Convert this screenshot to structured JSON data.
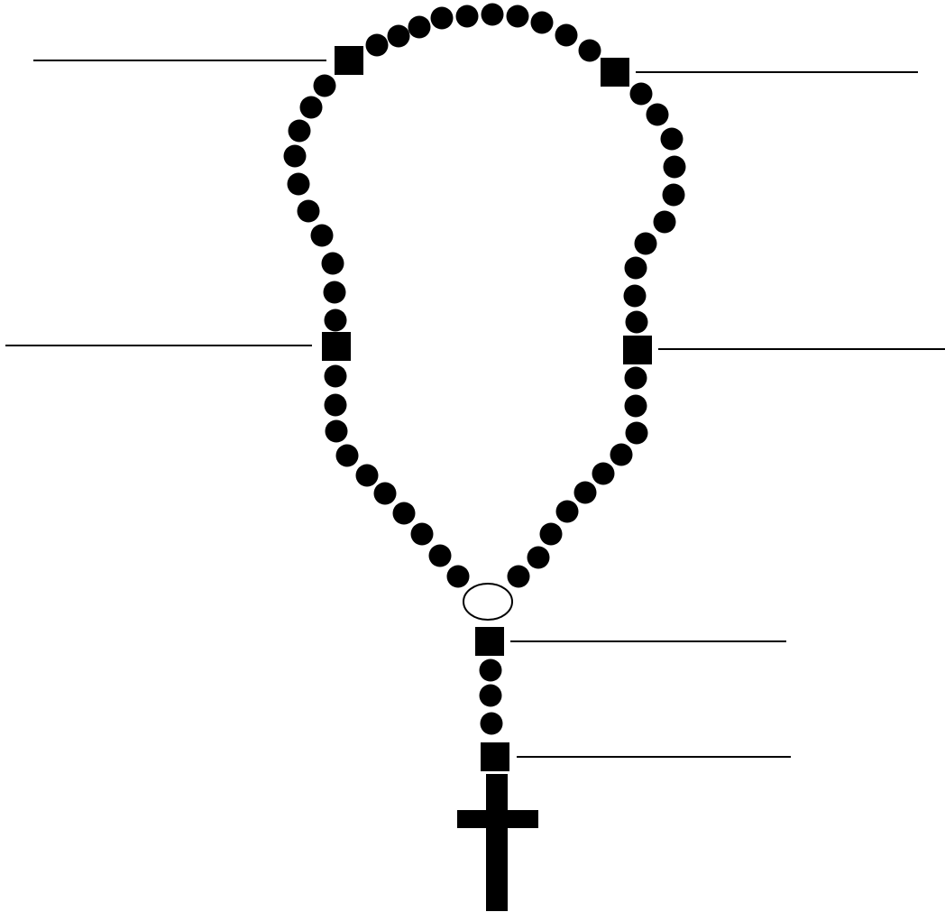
{
  "diagram": {
    "subject": "rosary",
    "colors": {
      "bead": "#000000",
      "line": "#000000",
      "centerpiece_fill": "#ffffff",
      "background": "#ffffff"
    },
    "bead_counts": {
      "decade_round_beads": 10,
      "decades": 5,
      "pendant_round_beads": 3,
      "blank_label_lines": 6
    }
  }
}
